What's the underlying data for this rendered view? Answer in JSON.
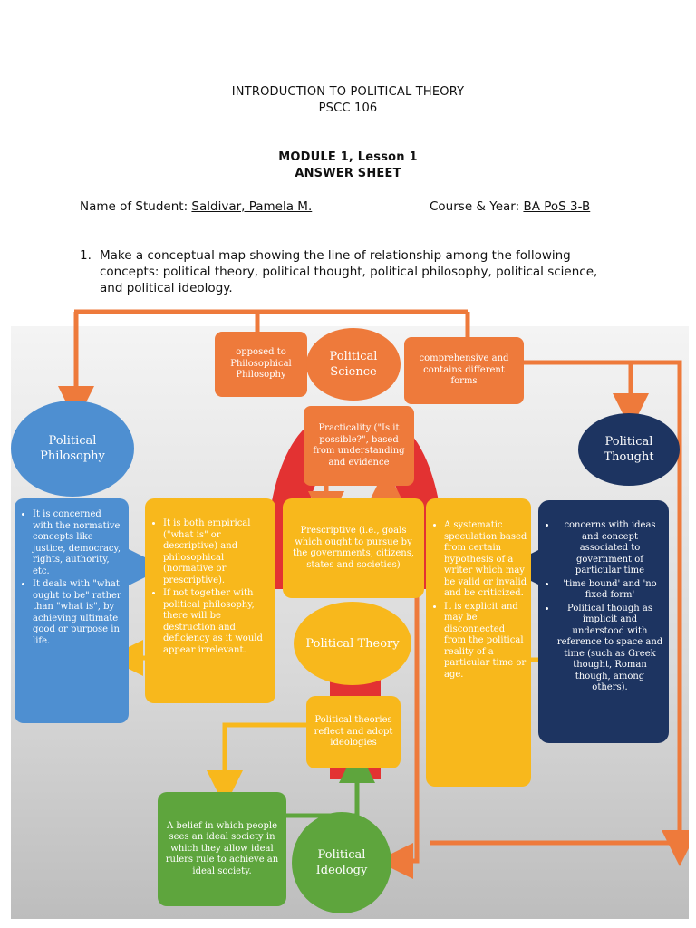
{
  "header": {
    "course_title": "INTRODUCTION TO POLITICAL THEORY",
    "course_code": "PSCC 106",
    "module": "MODULE 1, Lesson 1",
    "sheet": "ANSWER SHEET"
  },
  "student": {
    "name_label": "Name of Student:",
    "name_value": " Saldivar, Pamela M.",
    "course_label": "Course & Year:",
    "course_value": "BA PoS 3-B"
  },
  "question": {
    "number": "1.",
    "line1": "Make a conceptual map showing the line of relationship among the following",
    "line2": "concepts: political theory, political thought, political philosophy, political science,",
    "line3": "and political ideology."
  },
  "map": {
    "political_science": "Political Science",
    "opposed_box": "opposed to Philosophical Philosophy",
    "comprehensive_box": "comprehensive and contains different forms",
    "political_philosophy": "Political Philosophy",
    "political_thought": "Political Thought",
    "practicality_box": "Practicality (\"Is it possible?\", based from understanding and evidence",
    "prescriptive_box": "Prescriptive (i.e., goals which ought to pursue by the governments, citizens, states and societies)",
    "political_theory": "Political Theory",
    "theories_box": "Political theories reflect and adopt ideologies",
    "political_ideology": "Political Ideology",
    "belief_box": "A belief in which people sees an ideal society in which they allow ideal rulers rule to achieve an ideal society.",
    "philosophy_list": [
      "It is concerned with the normative concepts like justice, democracy, rights, authority, etc.",
      "It deals with \"what ought to be\" rather than \"what is\", by achieving ultimate good or purpose in life."
    ],
    "science_list": [
      "It is both empirical (\"what is\" or descriptive) and philosophical (normative or prescriptive).",
      "If not together with political philosophy, there will be destruction and deficiency as it would appear irrelevant."
    ],
    "speculation_list": [
      "A systematic speculation based from certain hypothesis of a writer which may be valid or invalid and be criticized.",
      "It is explicit and may be disconnected from the political reality of a particular time or age."
    ],
    "thought_list": [
      "concerns with ideas and concept associated to government of particular time",
      "'time bound' and 'no fixed form'",
      "Political though as implicit and understood with reference to space and time (such as Greek thought, Roman though, among others)."
    ]
  },
  "colors": {
    "orange": "#ee7a3b",
    "yellow": "#f8b81c",
    "blue": "#4e8fd1",
    "navy": "#1d3461",
    "green": "#5ea53d",
    "red": "#e33232"
  }
}
